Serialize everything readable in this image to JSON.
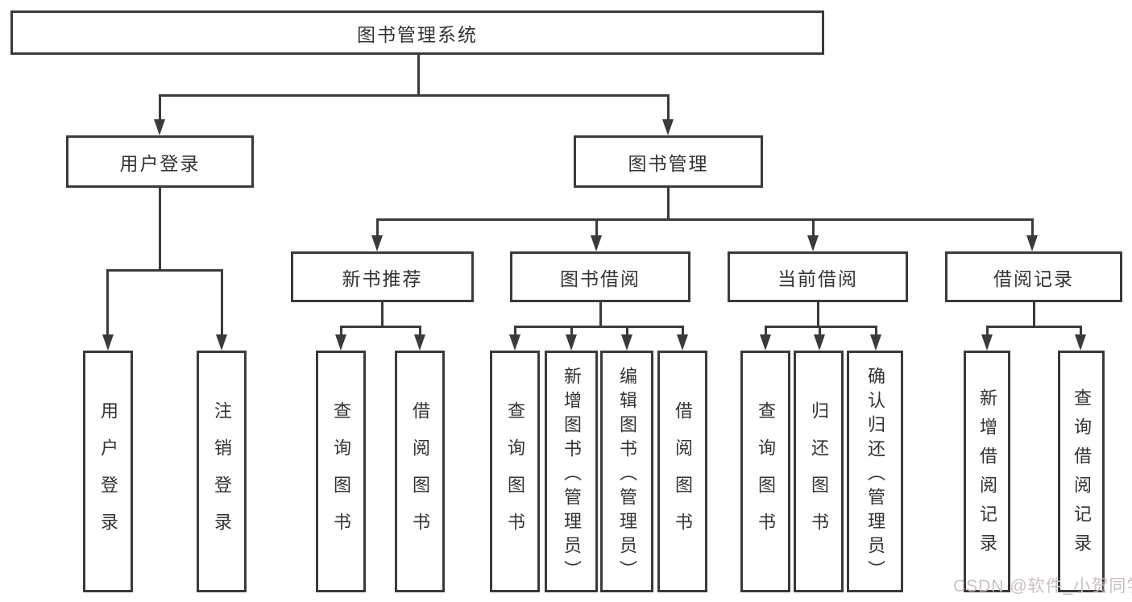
{
  "diagram": {
    "title": "图书管理系统",
    "level2": {
      "user_login": "用户登录",
      "book_mgmt": "图书管理"
    },
    "level3": {
      "new_book_rec": "新书推荐",
      "book_borrow": "图书借阅",
      "current_borrow": "当前借阅",
      "borrow_records": "借阅记录"
    },
    "leaves": {
      "user_login": "用户登录",
      "logout": "注销登录",
      "rec_query_book": "查询图书",
      "rec_borrow_book": "借阅图书",
      "bb_query_book": "查询图书",
      "bb_add_book": "新增图书（管理员）",
      "bb_edit_book": "编辑图书（管理员）",
      "bb_borrow_book": "借阅图书",
      "cb_query_book": "查询图书",
      "cb_return_book": "归还图书",
      "cb_confirm_return": "确认归还（管理员）",
      "br_add_record": "新增借阅记录",
      "br_query_record": "查询借阅记录"
    }
  },
  "watermark": {
    "text": "CSDN @软件_小贺同学"
  },
  "colors": {
    "line": "#3a3a3a",
    "text": "#333333",
    "background": "#ffffff",
    "watermark": "#c9c0c5"
  }
}
